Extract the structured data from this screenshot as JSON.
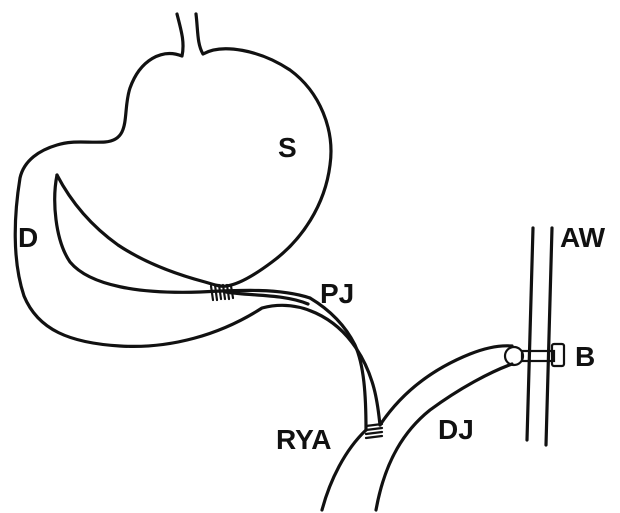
{
  "labels": {
    "stomach": "S",
    "duodenum": "D",
    "pancreaticojejunostomy": "PJ",
    "abdominal_wall": "AW",
    "button": "B",
    "roux_y_anastomosis": "RYA",
    "duodenojejunal_limb": "DJ"
  },
  "colors": {
    "ink": "#111111",
    "background": "#ffffff"
  }
}
